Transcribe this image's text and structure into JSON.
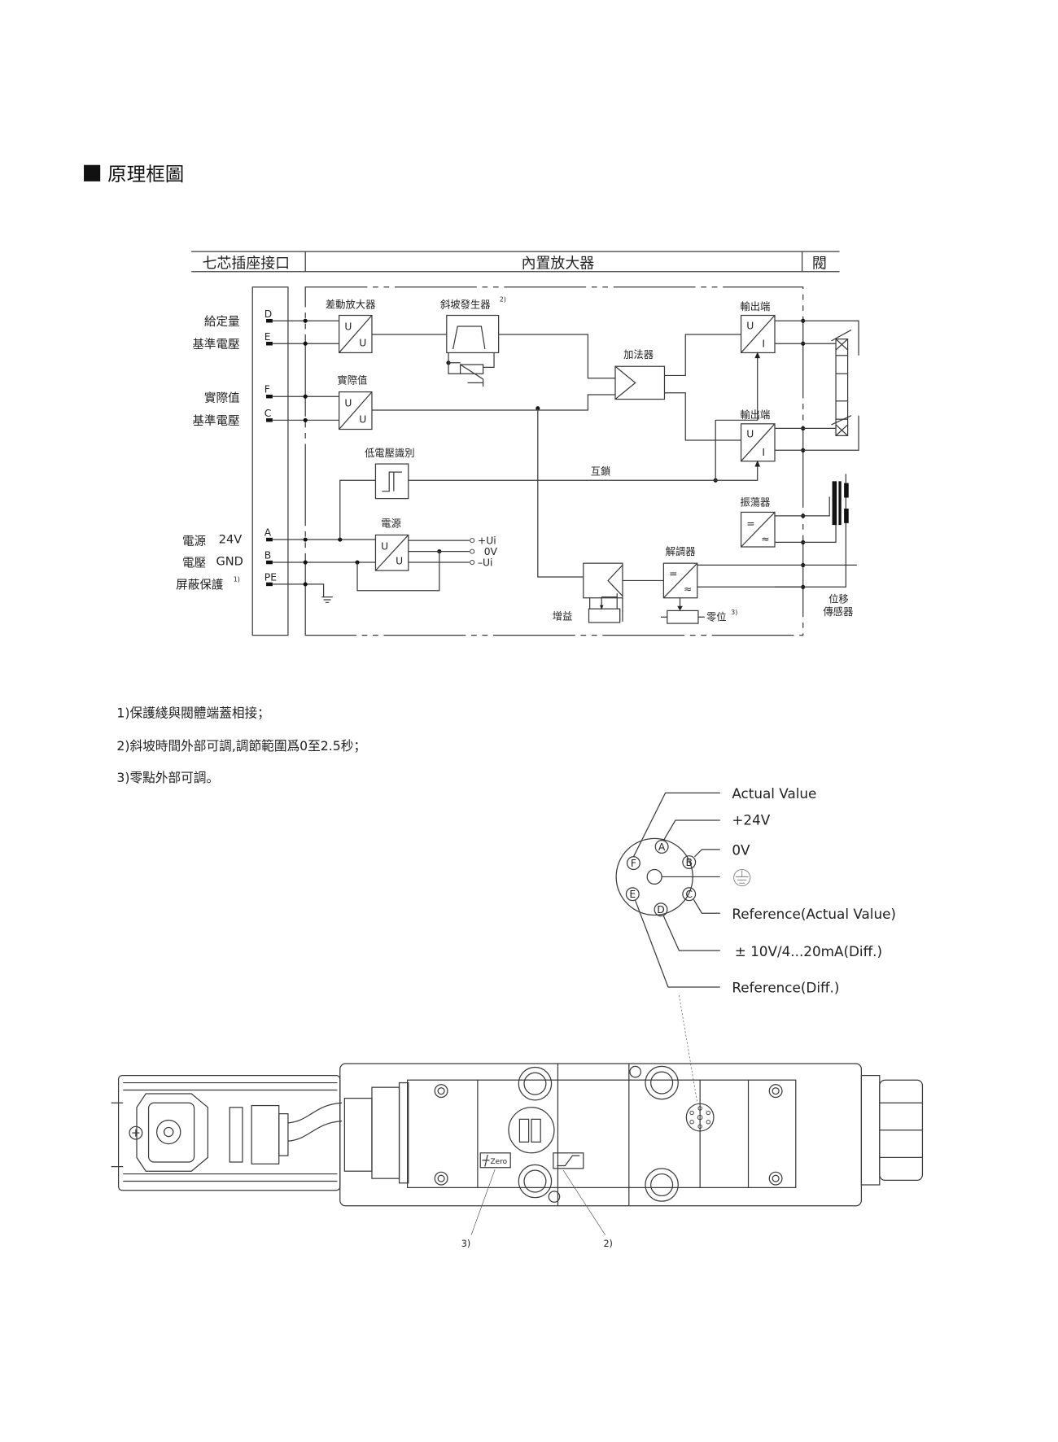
{
  "page": {
    "section_title": "原理框圖",
    "section_marker": "■"
  },
  "header": {
    "connector": "七芯插座接口",
    "amplifier": "內置放大器",
    "valve": "閥"
  },
  "left_labels": {
    "setpoint": "給定量",
    "reference1": "基準電壓",
    "actual": "實際值",
    "reference2": "基準電壓",
    "power": "電源",
    "v24": "24V",
    "voltage": "電壓",
    "gnd": "GND",
    "shield": "屏蔽保護",
    "shield_note": "1)"
  },
  "pins": [
    "D",
    "E",
    "F",
    "C",
    "A",
    "B",
    "PE"
  ],
  "blocks": {
    "diff_amp": "差動放大器",
    "actual_value": "實際值",
    "ramp": "斜坡發生器",
    "ramp_note": "2)",
    "adder": "加法器",
    "output1": "輸出端",
    "output2": "輸出端",
    "low_voltage": "低電壓識別",
    "interlock": "互鎖",
    "power": "電源",
    "oscillator": "振蕩器",
    "demodulator": "解調器",
    "gain": "增益",
    "zero": "零位",
    "zero_note": "3)",
    "transducer_line1": "位移",
    "transducer_line2": "傳感器",
    "u": "U",
    "i": "I",
    "eq": "=",
    "approx": "≈"
  },
  "power_outputs": [
    "+Ui",
    "0V",
    "–Ui"
  ],
  "footnotes": [
    "1)保護綫與閥體端蓋相接；",
    "2)斜坡時間外部可調,調節範圍爲0至2.5秒；",
    "3)零點外部可調。"
  ],
  "connector_pinout": {
    "pins": [
      "A",
      "B",
      "C",
      "D",
      "E",
      "F"
    ],
    "labels": [
      "Actual Value",
      "+24V",
      "0V",
      "Reference(Actual Value)",
      "± 10V/4...20mA(Diff.)",
      "Reference(Diff.)"
    ],
    "ground_icon": "protective-earth-icon"
  },
  "valve_drawing": {
    "zero_label": "Zero",
    "callout_3": "3)",
    "callout_2": "2)"
  }
}
